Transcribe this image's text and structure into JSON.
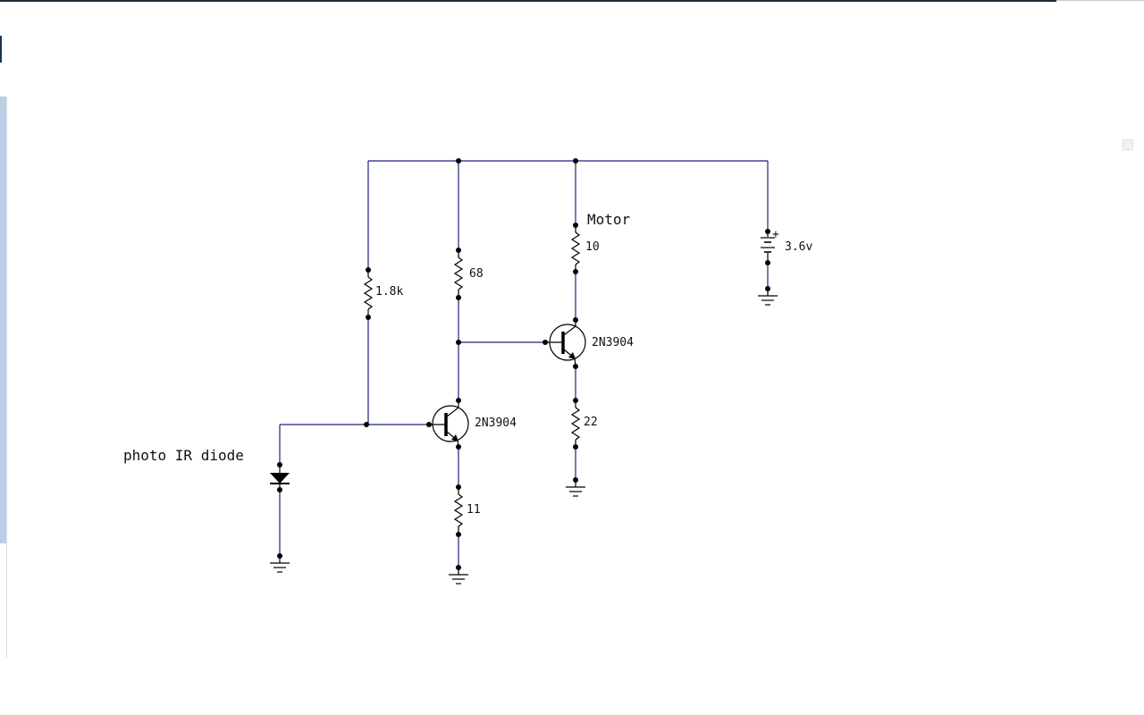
{
  "labels": {
    "r_bias": "1.8k",
    "r_collector": "68",
    "r_emitter1": "11",
    "r_motor": "10",
    "r_emitter2": "22",
    "q1": "2N3904",
    "q2": "2N3904",
    "motor": "Motor",
    "battery": "3.6v",
    "battery_plus": "+",
    "diode": "photo IR diode"
  },
  "colors": {
    "wire": "#1a237e",
    "component": "#000000"
  }
}
